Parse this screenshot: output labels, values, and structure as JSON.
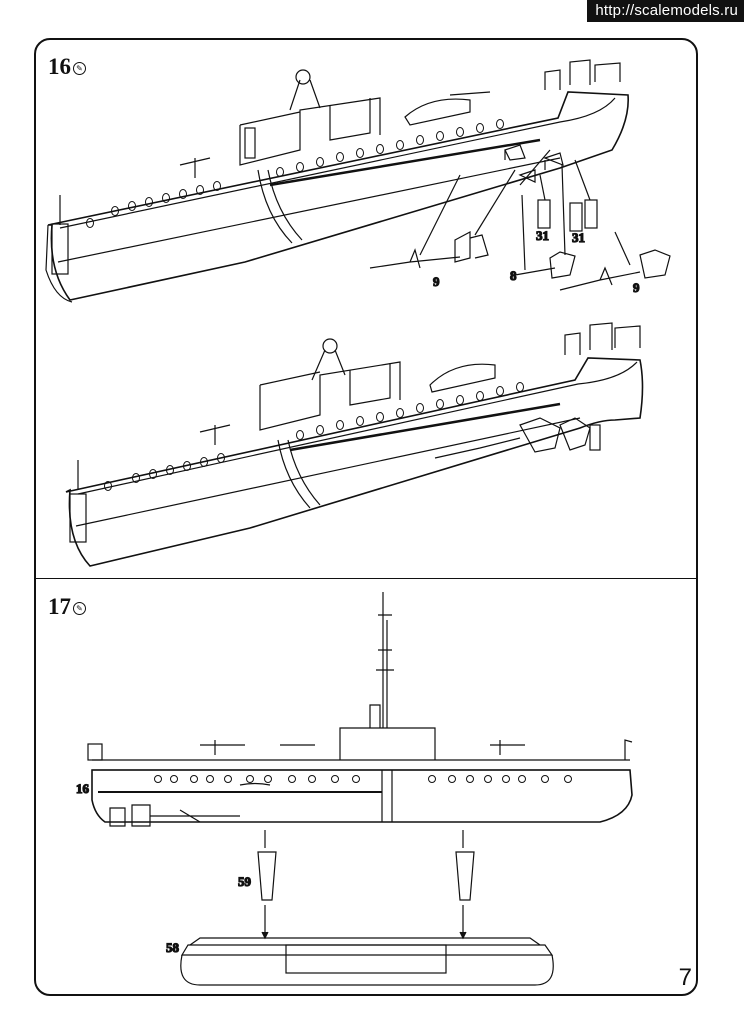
{
  "watermark": "http://scalemodels.ru",
  "page_number": "7",
  "steps": [
    {
      "number": "16",
      "icon": "glue-icon",
      "labels": [
        "31",
        "31",
        "9",
        "9",
        "8"
      ]
    },
    {
      "number": "17",
      "icon": "glue-icon",
      "labels": [
        "16",
        "59",
        "58"
      ]
    }
  ]
}
